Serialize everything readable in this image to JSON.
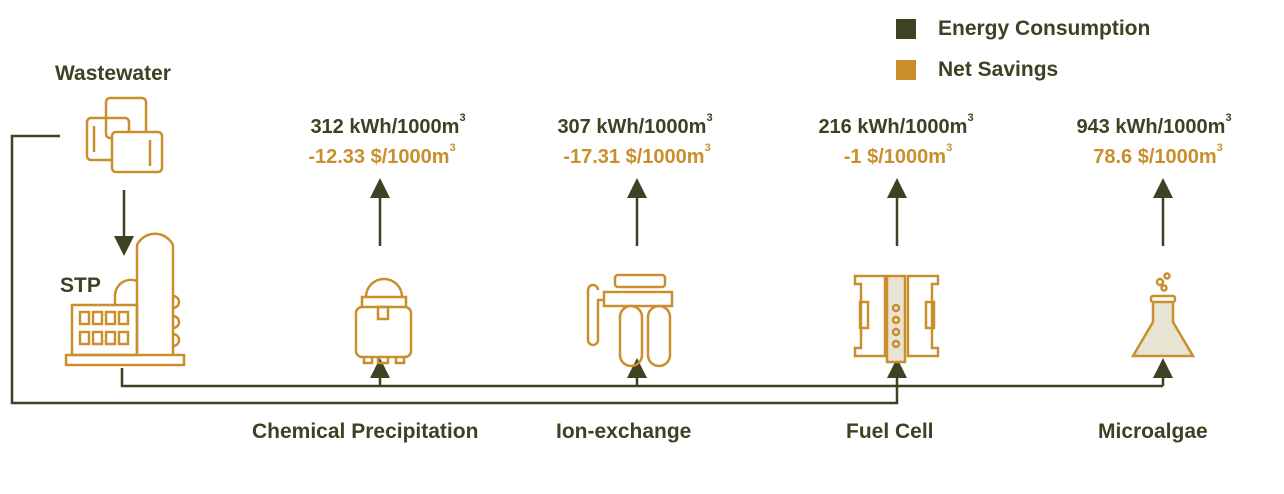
{
  "legend": [
    {
      "label": "Energy Consumption",
      "color": "#3d4223"
    },
    {
      "label": "Net Savings",
      "color": "#c98f2c"
    }
  ],
  "source": {
    "label": "Wastewater"
  },
  "plant": {
    "label": "STP"
  },
  "unit_energy": "kWh/1000m",
  "unit_savings": "$/1000m",
  "unit_exp": "3",
  "technologies": [
    {
      "name": "Chemical Precipitation",
      "energy": "312",
      "savings": "-12.33"
    },
    {
      "name": "Ion-exchange",
      "energy": "307",
      "savings": "-17.31"
    },
    {
      "name": "Fuel Cell",
      "energy": "216",
      "savings": "-1"
    },
    {
      "name": "Microalgae",
      "energy": "943",
      "savings": "78.6"
    }
  ]
}
